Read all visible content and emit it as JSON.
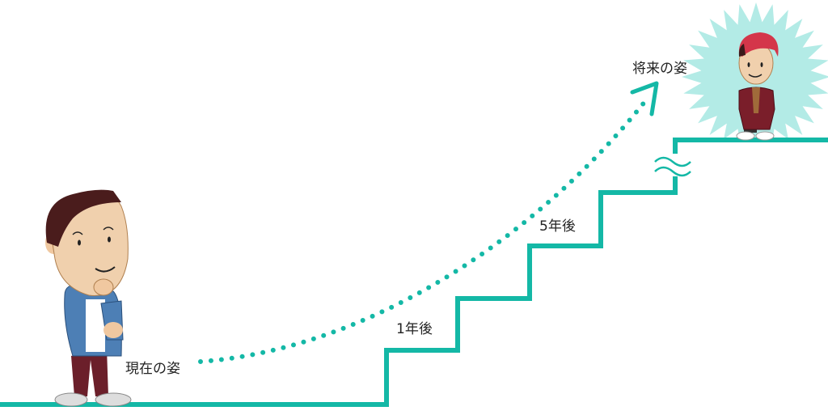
{
  "labels": {
    "current": "現在の姿",
    "one_year": "1年後",
    "five_years": "5年後",
    "future": "将来の姿"
  },
  "colors": {
    "stairs": "#14b8a6",
    "dots": "#14b8a6",
    "glow": "#b3ebe6",
    "text": "#222222"
  },
  "icons": {
    "current_person": "thinking-man-in-hoodie",
    "future_person": "smiling-chef",
    "break_mark": "wavy-break-symbol",
    "arrow": "dotted-arrow"
  }
}
